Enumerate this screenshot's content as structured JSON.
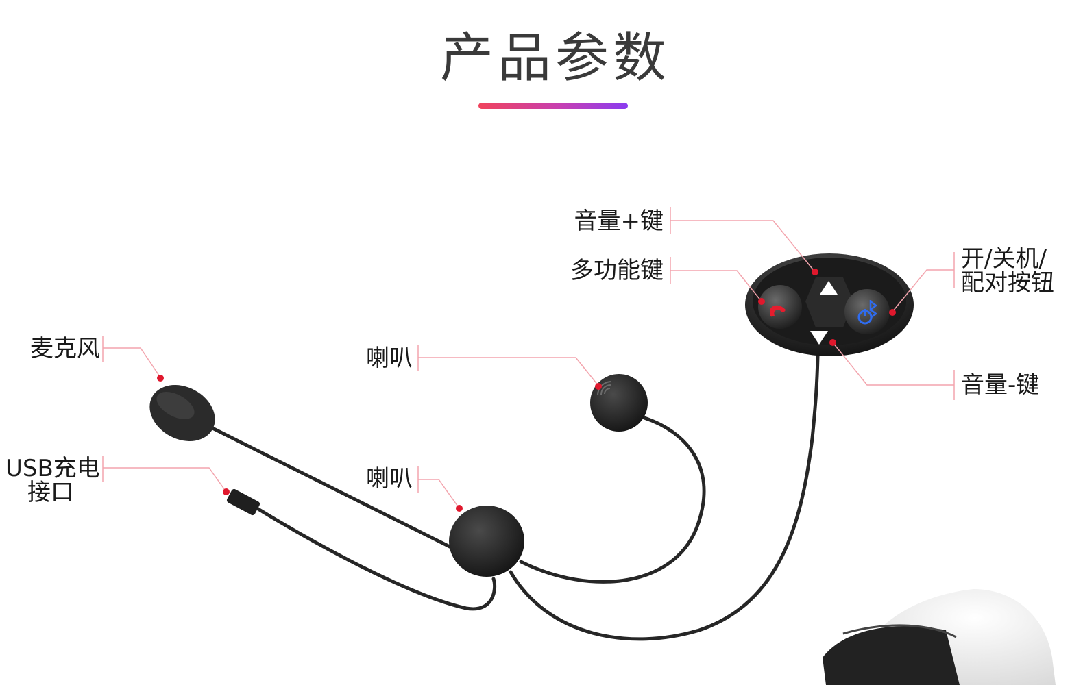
{
  "title": "产品参数",
  "accent": {
    "line_start": "#f0435c",
    "line_end": "#8a3cf0",
    "callout": "#f3a4ad",
    "dot": "#e0182d"
  },
  "labels": {
    "volume_up": "音量+键",
    "multifunction": "多功能键",
    "power_line1": "开/关机/",
    "power_line2": "配对按钮",
    "volume_down": "音量-键",
    "microphone": "麦克风",
    "speaker_top": "喇叭",
    "speaker_bottom": "喇叭",
    "usb_line1": "USB充电",
    "usb_line2": "接口"
  },
  "icons": [
    "phone-icon",
    "power-bluetooth-icon",
    "up-arrow-icon",
    "down-arrow-icon",
    "speaker-grille-icon",
    "helmet-icon"
  ]
}
